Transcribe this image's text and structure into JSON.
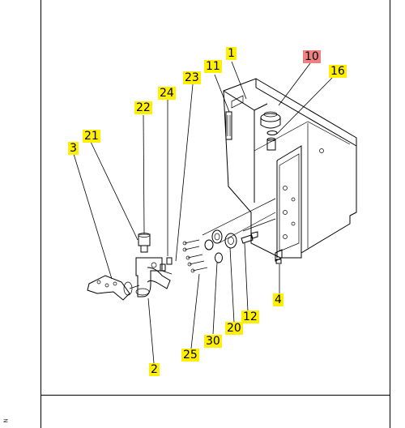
{
  "diagram": {
    "callouts": [
      {
        "id": "1",
        "label": "1",
        "highlight": false
      },
      {
        "id": "10",
        "label": "10",
        "highlight": true
      },
      {
        "id": "16",
        "label": "16",
        "highlight": false
      },
      {
        "id": "11",
        "label": "11",
        "highlight": false
      },
      {
        "id": "23",
        "label": "23",
        "highlight": false
      },
      {
        "id": "24",
        "label": "24",
        "highlight": false
      },
      {
        "id": "22",
        "label": "22",
        "highlight": false
      },
      {
        "id": "21",
        "label": "21",
        "highlight": false
      },
      {
        "id": "3",
        "label": "3",
        "highlight": false
      },
      {
        "id": "4",
        "label": "4",
        "highlight": false
      },
      {
        "id": "12",
        "label": "12",
        "highlight": false
      },
      {
        "id": "20",
        "label": "20",
        "highlight": false
      },
      {
        "id": "30",
        "label": "30",
        "highlight": false
      },
      {
        "id": "25",
        "label": "25",
        "highlight": false
      },
      {
        "id": "2",
        "label": "2",
        "highlight": false
      }
    ],
    "margin_mark": "N",
    "colors": {
      "callout_bg": "#ffef00",
      "callout_highlight_bg": "#f08080",
      "line": "#000000"
    }
  }
}
